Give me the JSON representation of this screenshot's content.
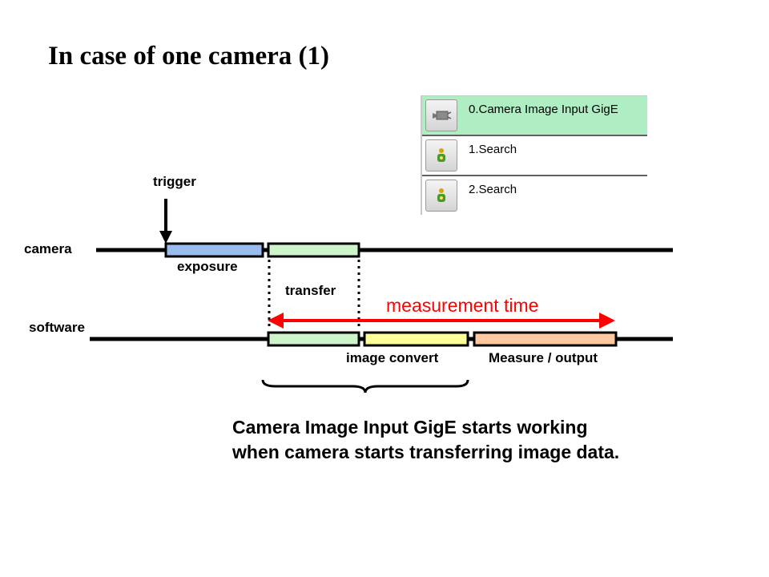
{
  "title": "In case of one camera (1)",
  "labels": {
    "trigger": "trigger",
    "camera": "camera",
    "software": "software",
    "exposure": "exposure",
    "transfer": "transfer",
    "image_convert": "image convert",
    "measure_output": "Measure / output",
    "measurement_time": "measurement time"
  },
  "note": {
    "line1": "Camera Image Input GigE starts working",
    "line2": "when camera starts transferring image data."
  },
  "flow_panel": {
    "items": [
      {
        "label": "0.Camera Image Input GigE",
        "icon": "camera-icon",
        "selected": true
      },
      {
        "label": "1.Search",
        "icon": "search-unit-icon",
        "selected": false
      },
      {
        "label": "2.Search",
        "icon": "search-unit-icon",
        "selected": false
      }
    ]
  },
  "colors": {
    "exposure": "#99bbee",
    "transfer": "#ccf5cc",
    "image_convert": "#ffff99",
    "measure_output": "#ffc8a0",
    "measurement_arrow": "#ff0000",
    "panel_selected": "#aeeec2"
  }
}
